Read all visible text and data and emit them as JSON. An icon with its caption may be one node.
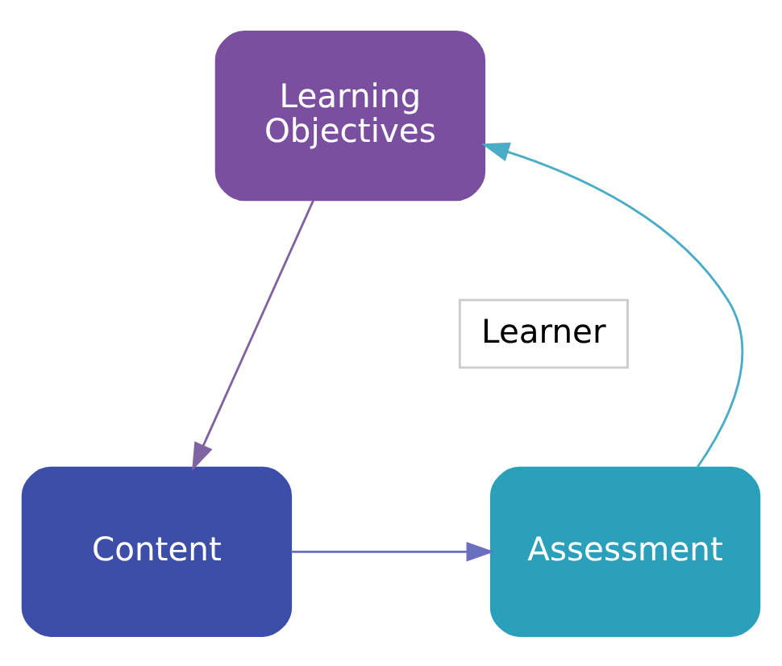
{
  "diagram": {
    "nodes": [
      {
        "text": [
          "Learning Objectives"
        ]
      },
      {
        "text": [
          "Content"
        ]
      },
      {
        "text": [
          "Assessment"
        ]
      },
      {
        "text": [
          "Learner"
        ]
      }
    ],
    "edges": [
      {
        "from": 0,
        "to": 1,
        "arrow": "to",
        "color": "#8064a2"
      },
      {
        "from": 1,
        "to": 2,
        "arrow": "to",
        "color": "#6b6fc0"
      },
      {
        "from": 2,
        "to": 0,
        "arrow": "to",
        "color": "#4bacc6"
      }
    ]
  }
}
